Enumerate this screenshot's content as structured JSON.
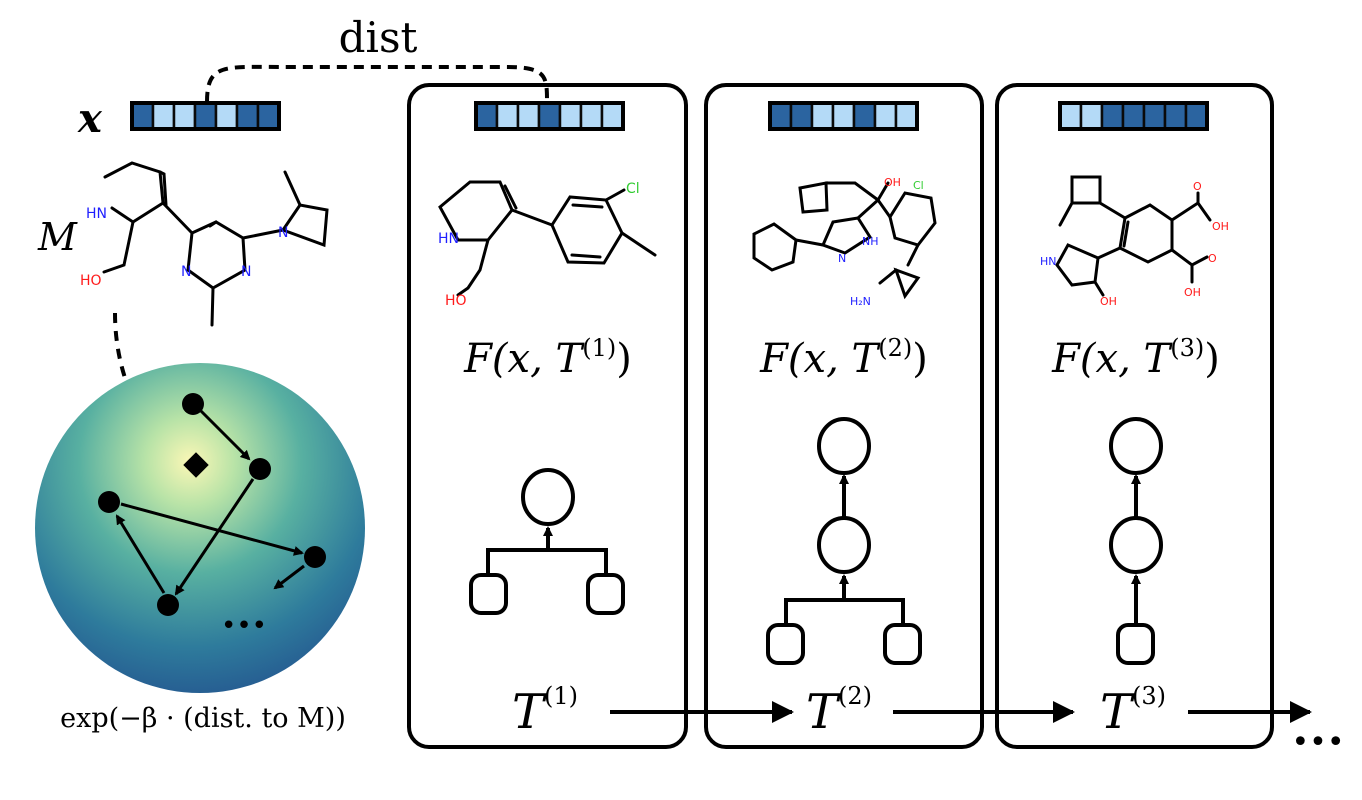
{
  "colors": {
    "dark": "#2b64a0",
    "mid": "#8ec1e8",
    "light": "#b4daf7",
    "nitrogen": "#1f1fff",
    "oxygen": "#ff1a1a",
    "chlorine": "#33cc33"
  },
  "top": {
    "dist_label": "dist",
    "x_label": "x",
    "m_label": "M",
    "x_vector": [
      "dark",
      "light",
      "light",
      "dark",
      "light",
      "dark",
      "dark"
    ]
  },
  "space": {
    "formula": "exp(−β · (dist. to M))",
    "ellipsis": "•••"
  },
  "atoms": {
    "hn": "HN",
    "n": "N",
    "nh": "NH",
    "ho": "HO",
    "oh": "OH",
    "o": "O",
    "cl": "Cl",
    "nh2": "H₂N"
  },
  "panels": [
    {
      "vector": [
        "dark",
        "light",
        "light",
        "dark",
        "light",
        "light",
        "light"
      ],
      "f_label": "F(x, T",
      "sup": "(1)",
      "t_label": "T",
      "tree": "two-leaf"
    },
    {
      "vector": [
        "dark",
        "dark",
        "light",
        "light",
        "dark",
        "light",
        "light"
      ],
      "f_label": "F(x, T",
      "sup": "(2)",
      "t_label": "T",
      "tree": "two-leaf-chain"
    },
    {
      "vector": [
        "light",
        "light",
        "dark",
        "dark",
        "dark",
        "dark",
        "dark"
      ],
      "f_label": "F(x, T",
      "sup": "(3)",
      "t_label": "T",
      "tree": "chain"
    }
  ],
  "trailing_ellipsis": "•••"
}
